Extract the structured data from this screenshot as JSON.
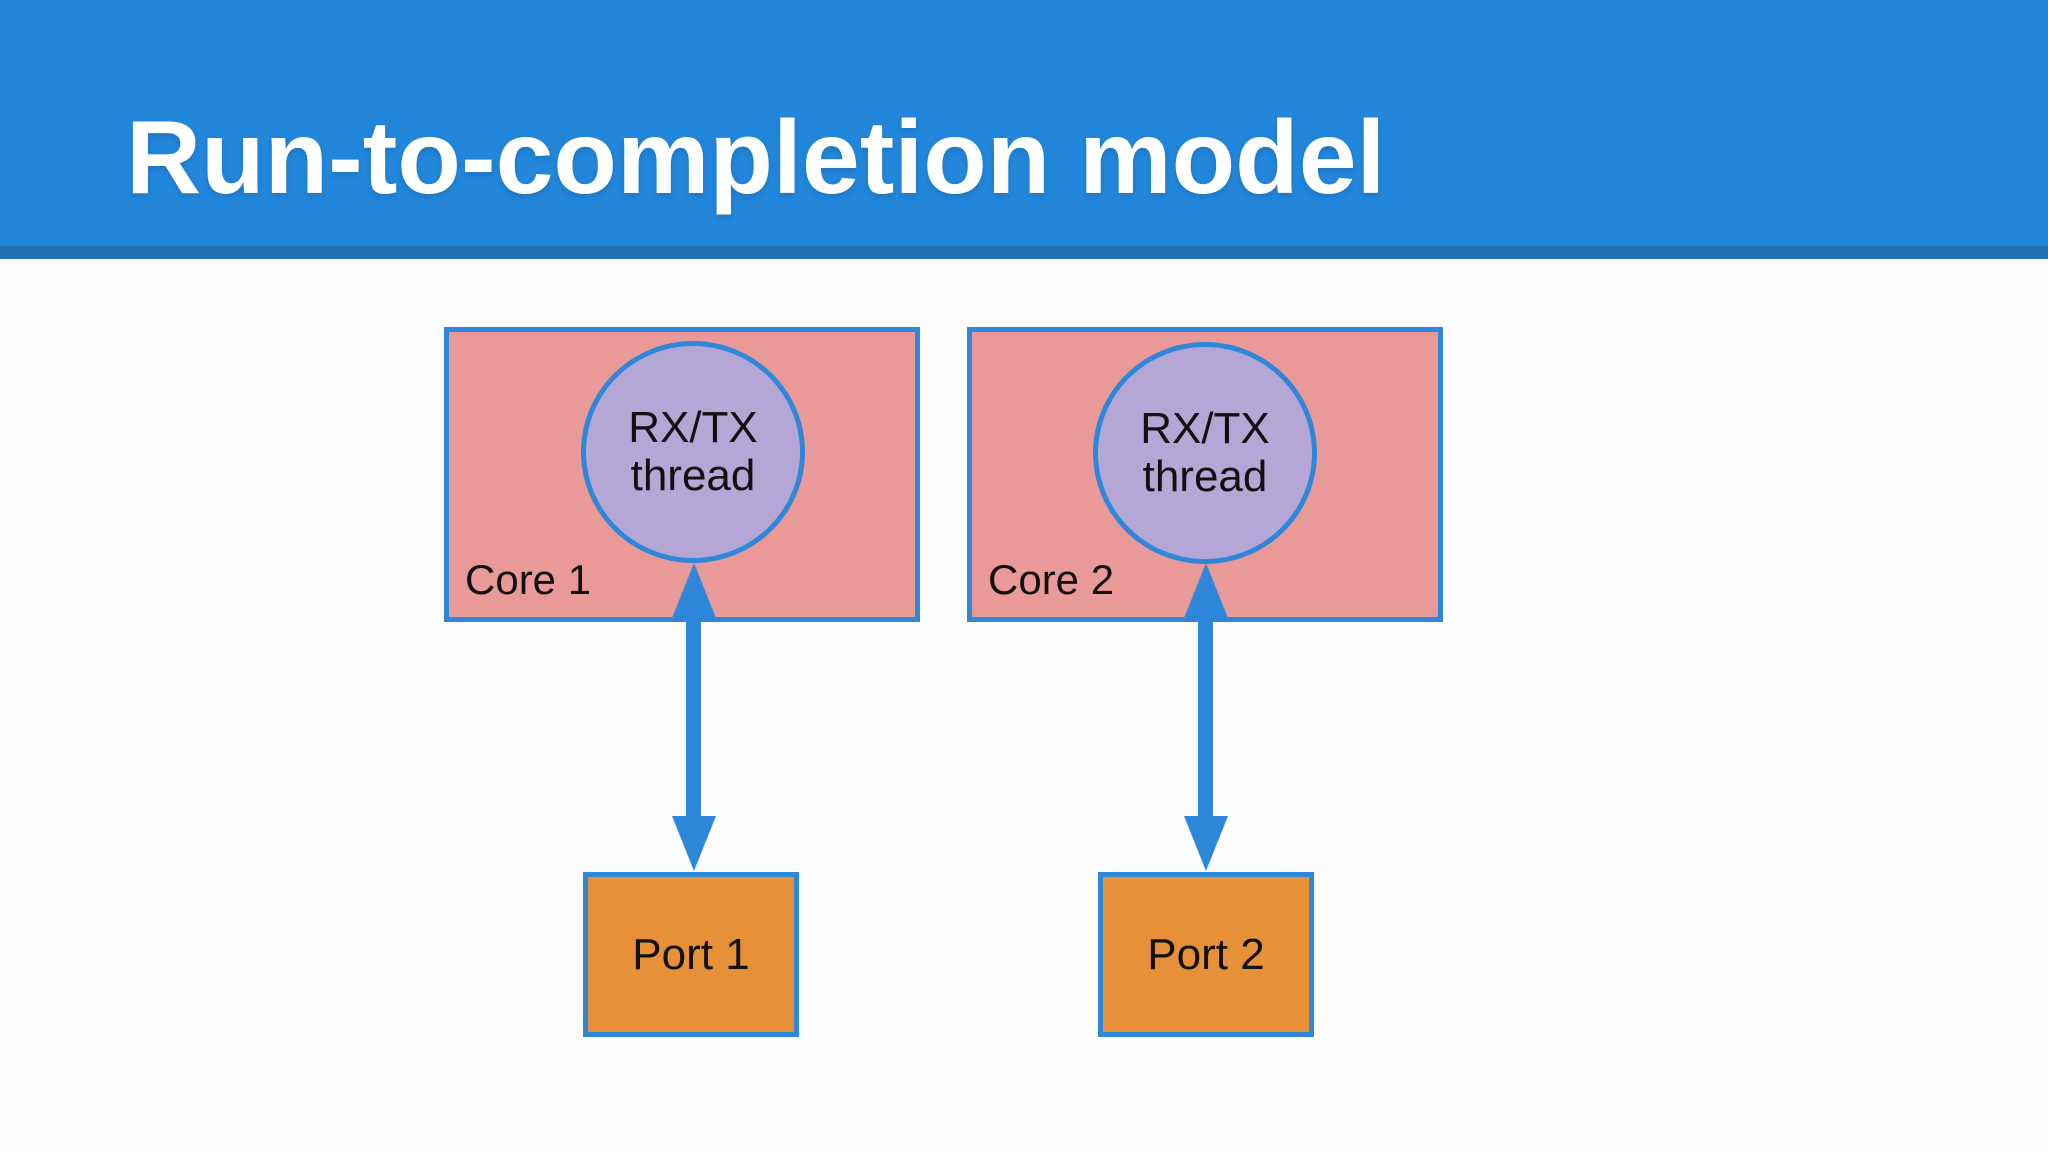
{
  "slide": {
    "title": "Run-to-completion model",
    "colors": {
      "header_blue": "#2286db",
      "header_strip_blue": "#2070b2",
      "core_box_fill": "#ea9999",
      "thread_circle_fill": "#b4a7d6",
      "port_box_fill": "#e69138",
      "shape_border_and_arrow_blue": "#2e87d8",
      "title_text": "#ffffff",
      "diagram_text": "#111111",
      "background": "#fdfdfd"
    }
  },
  "diagram": {
    "cores": [
      {
        "label": "Core 1",
        "thread": {
          "line1": "RX/TX",
          "line2": "thread"
        },
        "port": {
          "label": "Port 1"
        }
      },
      {
        "label": "Core 2",
        "thread": {
          "line1": "RX/TX",
          "line2": "thread"
        },
        "port": {
          "label": "Port 2"
        }
      }
    ]
  }
}
